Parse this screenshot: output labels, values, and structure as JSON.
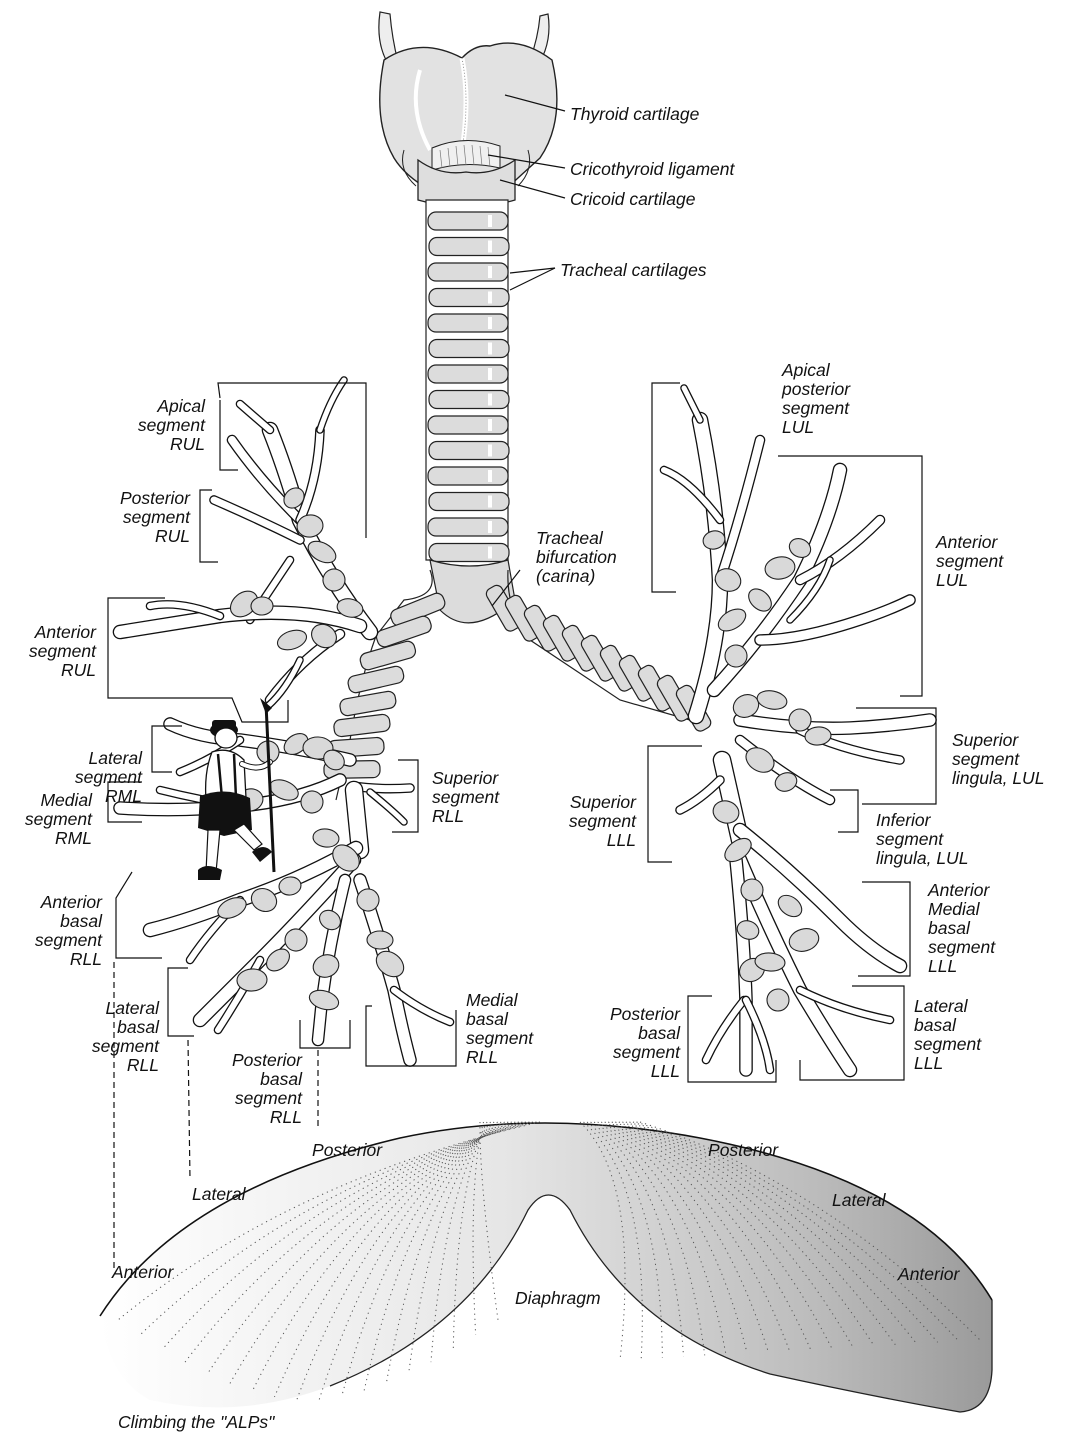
{
  "labels": {
    "thyroid_cartilage": "Thyroid cartilage",
    "cricothyroid_ligament": "Cricothyroid ligament",
    "cricoid_cartilage": "Cricoid cartilage",
    "tracheal_cartilages": "Tracheal cartilages",
    "tracheal_bifurcation": [
      "Tracheal",
      "bifurcation",
      "(carina)"
    ],
    "apical_segment_rul": [
      "Apical",
      "segment",
      "RUL"
    ],
    "posterior_segment_rul": [
      "Posterior",
      "segment",
      "RUL"
    ],
    "anterior_segment_rul": [
      "Anterior",
      "segment",
      "RUL"
    ],
    "lateral_segment_rml": [
      "Lateral",
      "segment",
      "RML"
    ],
    "medial_segment_rml": [
      "Medial",
      "segment",
      "RML"
    ],
    "superior_segment_rll": [
      "Superior",
      "segment",
      "RLL"
    ],
    "anterior_basal_segment_rll": [
      "Anterior",
      "basal",
      "segment",
      "RLL"
    ],
    "lateral_basal_segment_rll": [
      "Lateral",
      "basal",
      "segment",
      "RLL"
    ],
    "posterior_basal_segment_rll": [
      "Posterior",
      "basal",
      "segment",
      "RLL"
    ],
    "medial_basal_segment_rll": [
      "Medial",
      "basal",
      "segment",
      "RLL"
    ],
    "apical_posterior_segment_lul": [
      "Apical",
      "posterior",
      "segment",
      "LUL"
    ],
    "anterior_segment_lul": [
      "Anterior",
      "segment",
      "LUL"
    ],
    "superior_segment_lingula_lul": [
      "Superior",
      "segment",
      "lingula, LUL"
    ],
    "inferior_segment_lingula_lul": [
      "Inferior",
      "segment",
      "lingula, LUL"
    ],
    "superior_segment_lll": [
      "Superior",
      "segment",
      "LLL"
    ],
    "anterior_medial_basal_segment_lll": [
      "Anterior",
      "Medial",
      "basal",
      "segment",
      "LLL"
    ],
    "lateral_basal_segment_lll": [
      "Lateral",
      "basal",
      "segment",
      "LLL"
    ],
    "posterior_basal_segment_lll": [
      "Posterior",
      "basal",
      "segment",
      "LLL"
    ]
  },
  "diaphragm": {
    "label": "Diaphragm",
    "right": {
      "posterior": {
        "cap": "P",
        "rest": "osterior"
      },
      "lateral": {
        "cap": "L",
        "rest": "ateral"
      },
      "anterior": {
        "cap": "A",
        "rest": "nterior"
      }
    },
    "left": {
      "posterior": {
        "cap": "P",
        "rest": "osterior"
      },
      "lateral": {
        "cap": "L",
        "rest": "ateral"
      },
      "anterior": {
        "cap": "A",
        "rest": "nterior"
      }
    }
  },
  "caption": "Climbing the \"ALPs\"",
  "colors": {
    "cartilage_fill": "#dcdcdc",
    "outline": "#111111",
    "diaphragm_shade": "#a8a8a8"
  },
  "icons": [
    "larynx-icon",
    "trachea-icon",
    "bronchial-tree-icon",
    "diaphragm-icon",
    "hiker-icon"
  ]
}
